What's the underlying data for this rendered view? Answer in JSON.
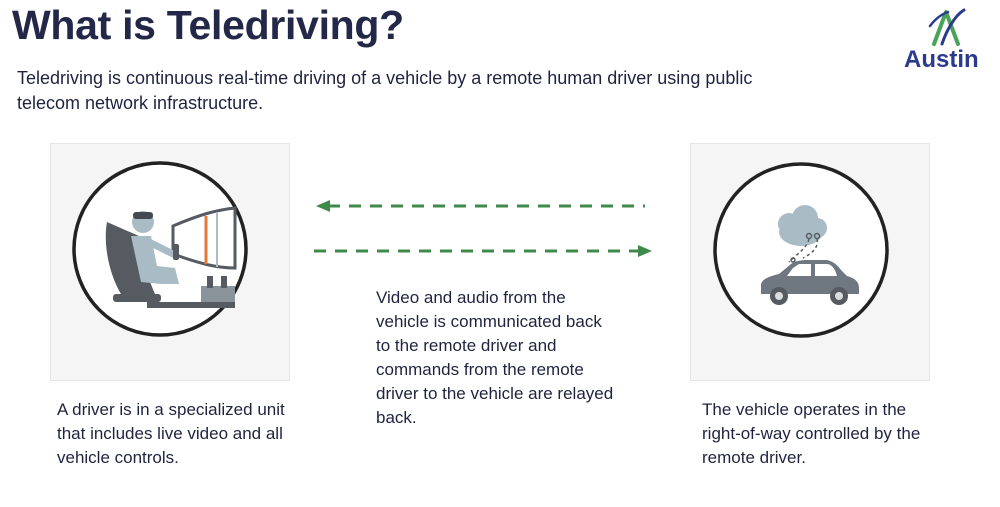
{
  "header": {
    "title": "What is Teledriving?",
    "intro": "Teledriving is continuous real-time driving of a vehicle by a remote human driver using public telecom network infrastructure."
  },
  "logo": {
    "text": "Austin",
    "icon": "austin-logo-icon"
  },
  "captions": {
    "driver": "A driver is in a specialized unit that includes live video and all vehicle controls.",
    "communication": "Video and audio from the vehicle is communicated back to the remote driver and commands from the remote driver to the vehicle are relayed back.",
    "vehicle": "The vehicle operates in the right-of-way controlled by the remote driver."
  },
  "icons": {
    "driver": "remote-driver-station-icon",
    "vehicle": "car-with-cloud-icon",
    "arrow_left": "dashed-arrow-left-icon",
    "arrow_right": "dashed-arrow-right-icon"
  },
  "colors": {
    "title": "#242848",
    "text": "#1f2340",
    "arrow": "#3f8a4a",
    "logo_blue": "#2b3a8c",
    "logo_green": "#4aa35a",
    "icon_gray": "#6f7880",
    "icon_light": "#a9bcc6"
  }
}
